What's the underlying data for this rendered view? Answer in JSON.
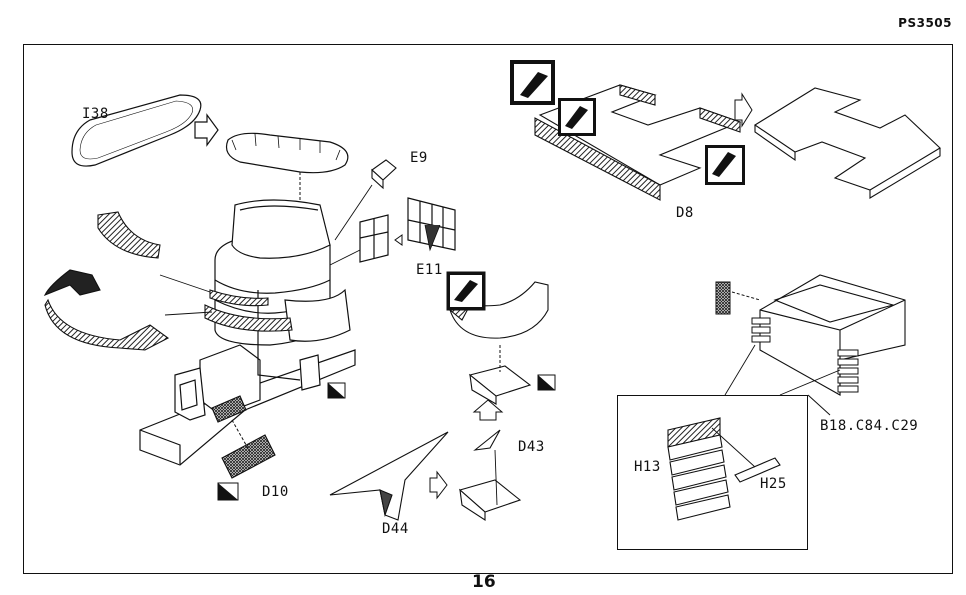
{
  "header": {
    "code": "PS3505"
  },
  "page": {
    "number": "16"
  },
  "labels": {
    "i38": "I38",
    "e9": "E9",
    "e11": "E11",
    "d8": "D8",
    "d10": "D10",
    "d43": "D43",
    "d44": "D44",
    "h13": "H13",
    "h25": "H25",
    "b_group": "B18.C84.C29"
  },
  "colors": {
    "ink": "#111111",
    "paper": "#ffffff",
    "hatch": "#333333"
  }
}
